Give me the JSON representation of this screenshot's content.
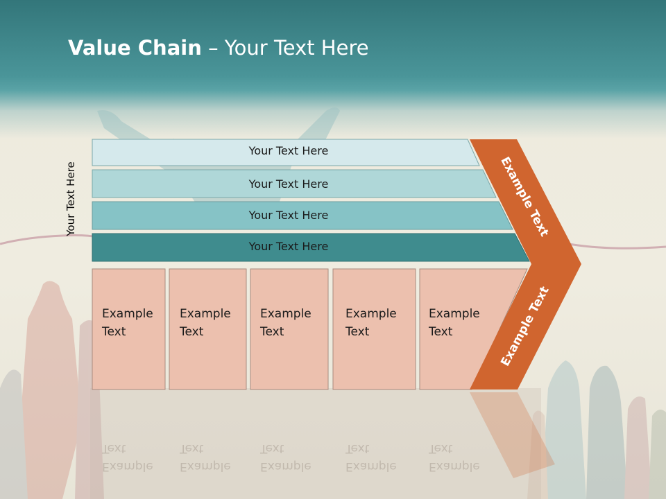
{
  "title": {
    "bold": "Value Chain",
    "rest": " – Your Text Here"
  },
  "side_label": "Your Text Here",
  "bars": [
    {
      "label": "Your Text Here",
      "color": "#d5e9ec"
    },
    {
      "label": "Your Text Here",
      "color": "#afd7d8"
    },
    {
      "label": "Your Text Here",
      "color": "#86c3c6"
    },
    {
      "label": "Your Text Here",
      "color": "#3f8c8e"
    }
  ],
  "boxes": [
    {
      "line1": "Example",
      "line2": "Text"
    },
    {
      "line1": "Example",
      "line2": "Text"
    },
    {
      "line1": "Example",
      "line2": "Text"
    },
    {
      "line1": "Example",
      "line2": "Text"
    },
    {
      "line1": "Example",
      "line2": "Text"
    }
  ],
  "chevron": {
    "top_label": "Example Text",
    "bottom_label": "Example Text",
    "color": "#d0652f"
  },
  "colors": {
    "header": "#3f8a8e",
    "box": "#ecc0ae",
    "background": "#ece9dc",
    "ribbon": "#c99aa0"
  }
}
